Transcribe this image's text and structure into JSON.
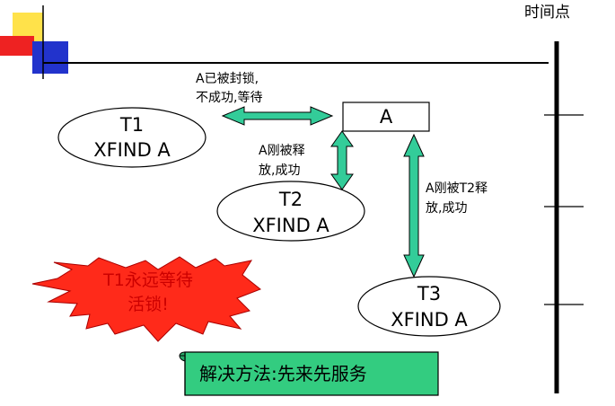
{
  "header": {
    "title_fragment": "…",
    "time_label": "时间点"
  },
  "resource": {
    "label": "A"
  },
  "transactions": [
    {
      "id": "t1",
      "name": "T1",
      "op": "XFIND A"
    },
    {
      "id": "t2",
      "name": "T2",
      "op": "XFIND A"
    },
    {
      "id": "t3",
      "name": "T3",
      "op": "XFIND A"
    }
  ],
  "notes": {
    "t1_blocked_line1": "A已被封锁,",
    "t1_blocked_line2": "不成功,等待",
    "t2_success_line1": "A刚被释",
    "t2_success_line2": "放,成功",
    "t3_success_line1": "A刚被T2释",
    "t3_success_line2": "放,成功"
  },
  "starburst": {
    "line1": "T1永远等待",
    "line2": "活锁!"
  },
  "solution": {
    "label": "解决方法:先来先服务"
  },
  "colors": {
    "arrow_fill": "#33cc99",
    "arrow_stroke": "#000000",
    "burst_fill": "#ff2a1a",
    "solution_fill": "#33cc80",
    "deco_yellow": "#ffe24a",
    "deco_red": "#ee2222",
    "deco_blue": "#2233cc"
  }
}
